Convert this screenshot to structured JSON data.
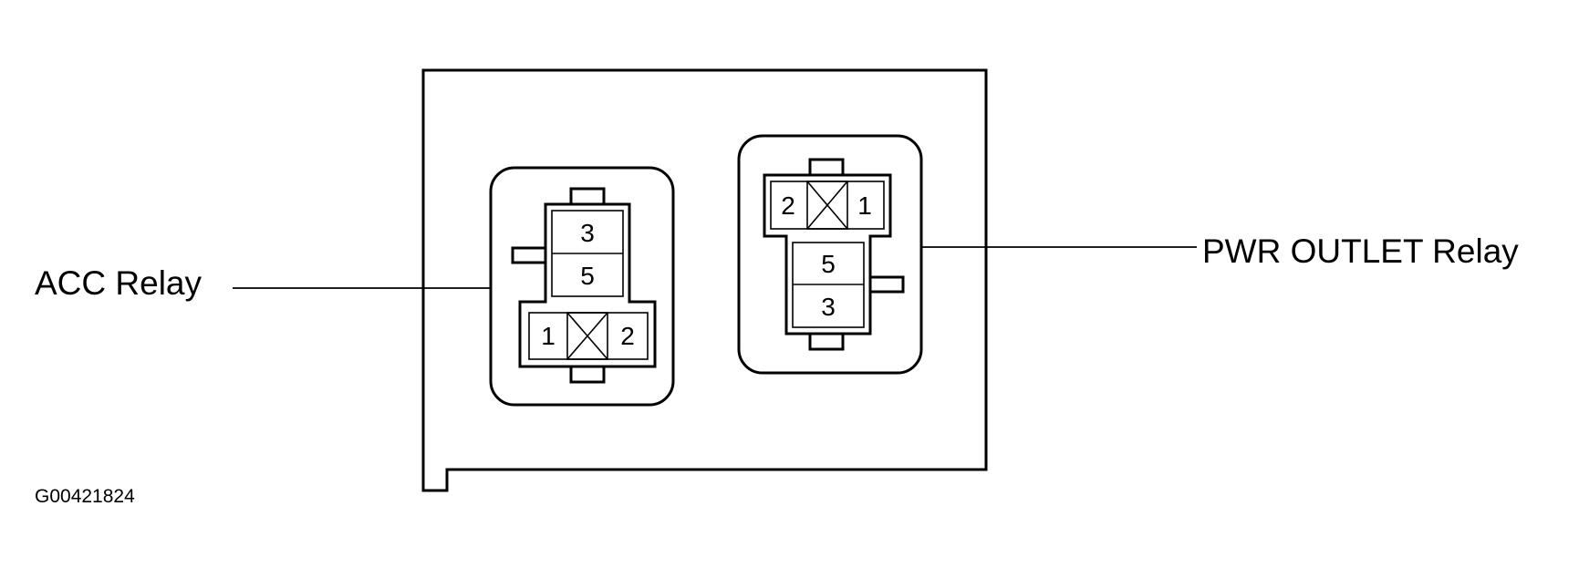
{
  "labels": {
    "acc_relay": "ACC Relay",
    "pwr_outlet_relay": "PWR OUTLET Relay",
    "figure_code": "G00421824"
  },
  "acc_relay": {
    "terminals_upper": [
      "3",
      "5"
    ],
    "terminals_lower": [
      "1",
      "2"
    ]
  },
  "pwr_outlet_relay": {
    "terminals_upper": [
      "2",
      "1"
    ],
    "terminals_lower": [
      "5",
      "3"
    ]
  }
}
